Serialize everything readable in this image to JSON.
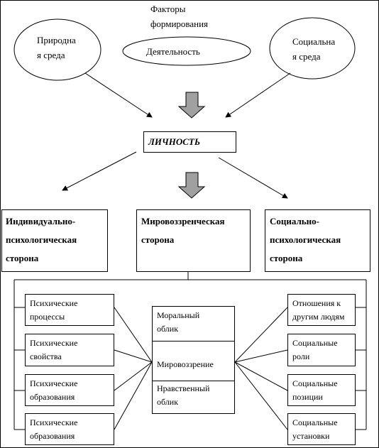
{
  "factors": {
    "title": "Факторы\nформирования",
    "nature": "Природна\nя среда",
    "activity": "Деятельность",
    "social": "Социальна\nя среда"
  },
  "center": {
    "label": "ЛИЧНОСТЬ"
  },
  "sides": {
    "individual": "Индивидуально-\nпсихологическая\nсторона",
    "worldview": "Мировоззренческая\nсторона",
    "social": "Социально-\nпсихологическая\nсторона"
  },
  "left_items": [
    "Психические\nпроцессы",
    "Психические\nсвойства",
    "Психические\nобразования",
    "Психические\nобразования"
  ],
  "middle_items": [
    "Моральный\nоблик",
    "Мировоззрение",
    "Нравственный\nоблик"
  ],
  "right_items": [
    "Отношения     к\nдругим людям",
    "Социальные\nроли",
    "Социальные\nпозиции",
    "Социальные\nустановки"
  ]
}
